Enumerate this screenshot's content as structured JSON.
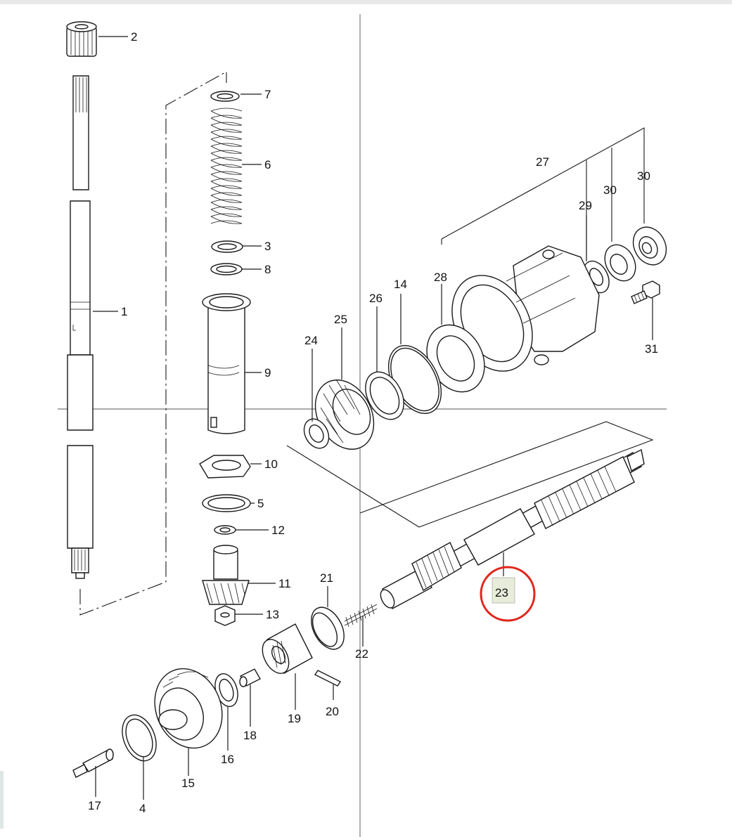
{
  "diagram": {
    "labels": [
      "2",
      "7",
      "6",
      "3",
      "8",
      "1",
      "9",
      "10",
      "5",
      "12",
      "11",
      "13",
      "21",
      "22",
      "20",
      "19",
      "18",
      "16",
      "15",
      "17",
      "4",
      "27",
      "30",
      "30",
      "29",
      "28",
      "14",
      "26",
      "25",
      "24",
      "31",
      "23"
    ],
    "highlighted_part": "23",
    "highlight_color": "#e0261b",
    "highlight_box_fill": "#e8ecda"
  }
}
